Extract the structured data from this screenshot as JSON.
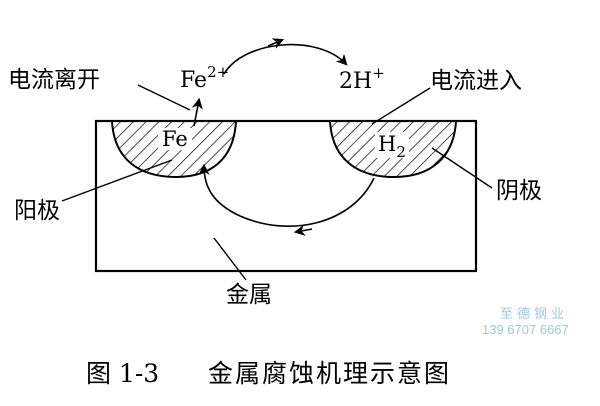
{
  "diagram": {
    "label_current_out": "电流离开",
    "label_current_in": "电流进入",
    "label_anode": "阳极",
    "label_cathode": "阴极",
    "label_metal": "金属",
    "label_fe_ion": "Fe",
    "label_fe_ion_sup": "2+",
    "label_h_ion": "2H",
    "label_h_ion_sup": "+",
    "label_fe": "Fe",
    "label_h2": "H",
    "label_h2_sub": "2"
  },
  "caption": {
    "number": "图 1-3",
    "title": "金属腐蚀机理示意图"
  },
  "watermark": {
    "name": "至德钢业",
    "phone": "139 6707 6667"
  },
  "colors": {
    "line": "#000000",
    "watermark": "#9fc6e0"
  }
}
